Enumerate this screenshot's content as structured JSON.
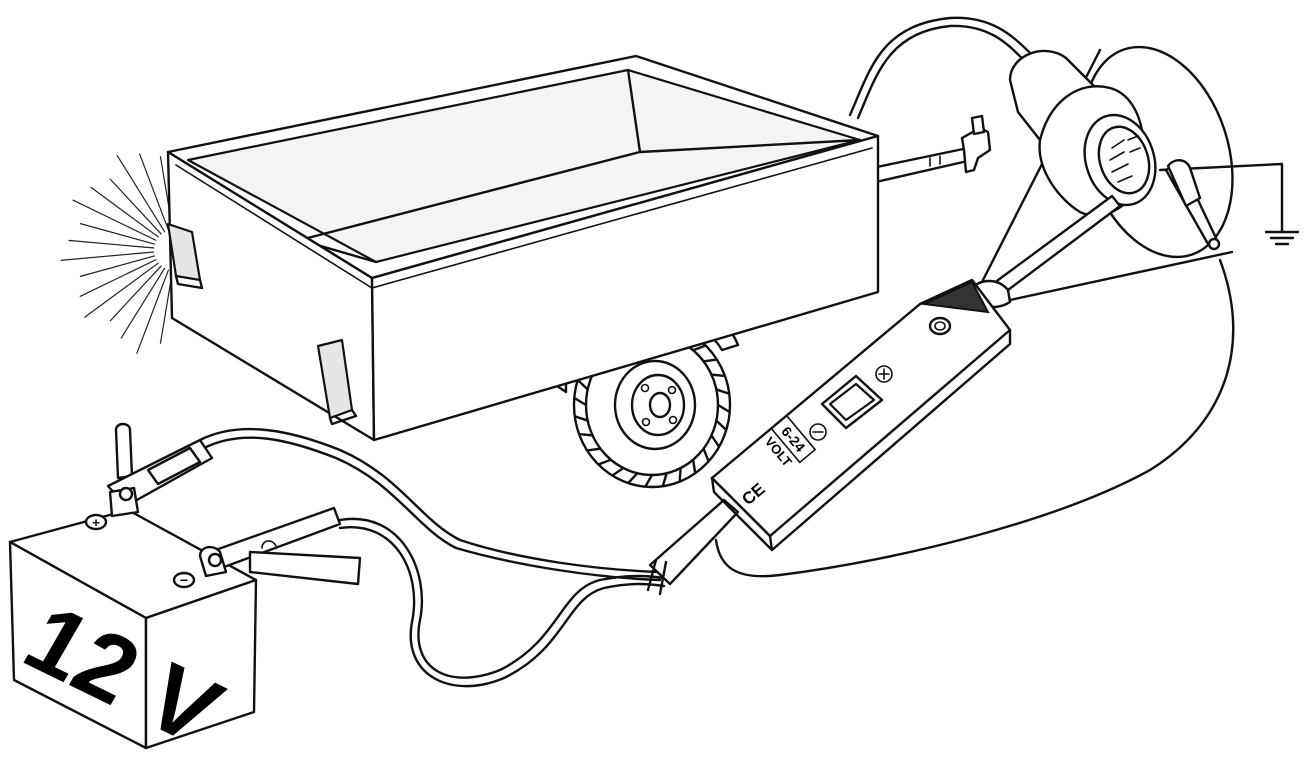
{
  "battery": {
    "label": "12 V"
  },
  "tester": {
    "voltage_top": "6-24",
    "voltage_bottom": "VOLT",
    "ce_mark": "CE"
  },
  "symbols": {
    "plus": "+",
    "minus": "−"
  }
}
